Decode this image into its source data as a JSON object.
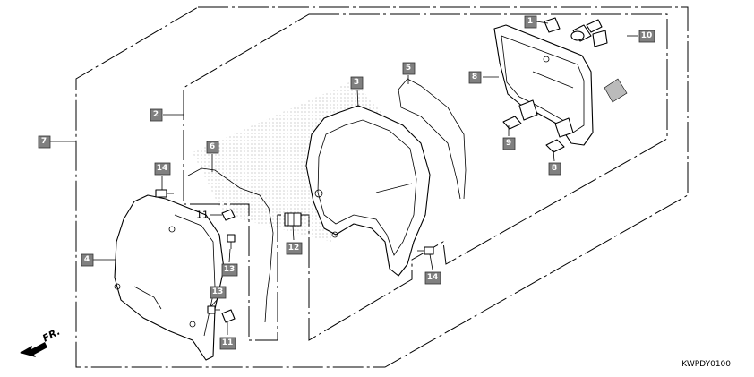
{
  "diagram_code": "KWPDY0100",
  "front_indicator": "FR.",
  "callouts": [
    {
      "ref": "1",
      "style": "boxed"
    },
    {
      "ref": "2",
      "style": "boxed"
    },
    {
      "ref": "3",
      "style": "boxed"
    },
    {
      "ref": "4",
      "style": "boxed"
    },
    {
      "ref": "5",
      "style": "boxed"
    },
    {
      "ref": "6",
      "style": "boxed"
    },
    {
      "ref": "7",
      "style": "boxed"
    },
    {
      "ref": "8",
      "style": "boxed"
    },
    {
      "ref": "9",
      "style": "boxed"
    },
    {
      "ref": "8",
      "style": "boxed"
    },
    {
      "ref": "10",
      "style": "boxed"
    },
    {
      "ref": "11",
      "style": "plain"
    },
    {
      "ref": "11",
      "style": "boxed"
    },
    {
      "ref": "12",
      "style": "boxed"
    },
    {
      "ref": "13",
      "style": "boxed"
    },
    {
      "ref": "13",
      "style": "boxed"
    },
    {
      "ref": "14",
      "style": "boxed"
    },
    {
      "ref": "14",
      "style": "boxed"
    }
  ],
  "colors": {
    "callout_fill": "#808080",
    "callout_text": "#ffffff",
    "line": "#000000"
  }
}
